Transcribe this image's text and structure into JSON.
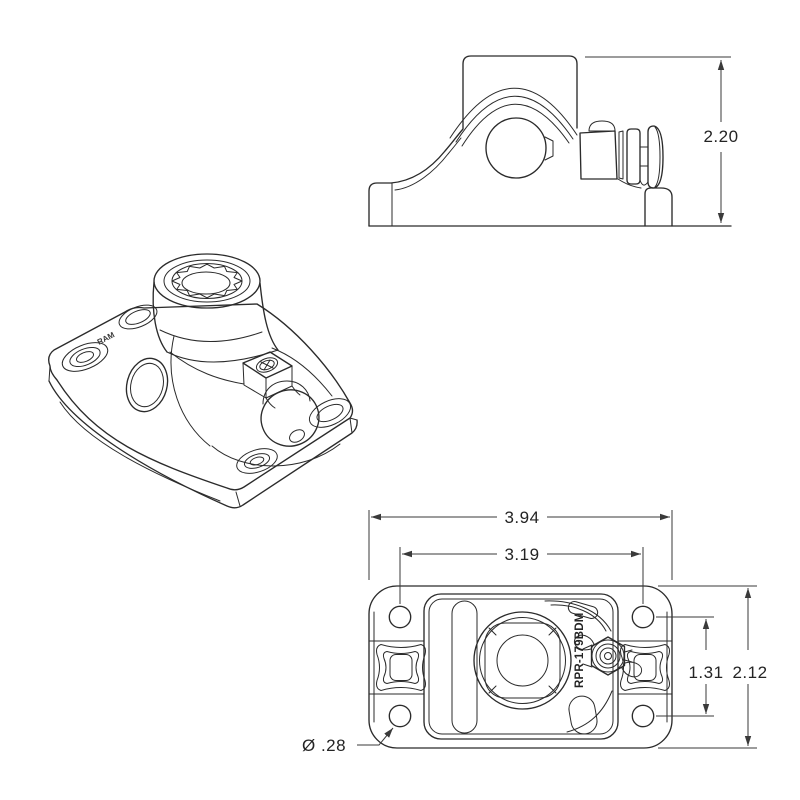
{
  "drawing": {
    "part_marking": "RPR-179BDM",
    "engraving": "RAM",
    "dimensions": {
      "side_height": "2.20",
      "overall_width": "3.94",
      "hole_spacing_width": "3.19",
      "hole_spacing_height": "1.31",
      "overall_depth": "2.12",
      "hole_diameter": "Ø .28"
    },
    "colors": {
      "line": "#2b2b2b",
      "dimension": "#3a3a3a",
      "text": "#242424",
      "background": "#ffffff"
    }
  }
}
